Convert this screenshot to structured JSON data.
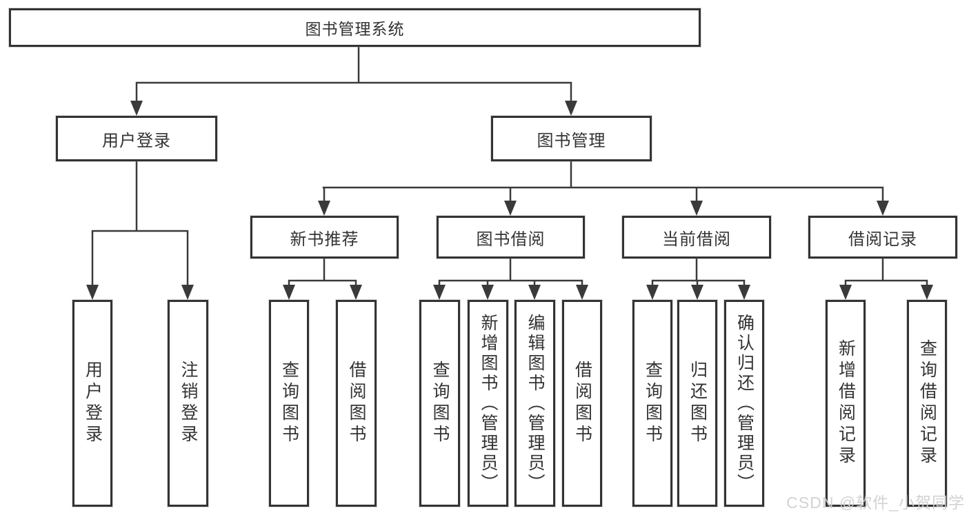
{
  "diagram": {
    "root": {
      "label": "图书管理系统"
    },
    "branches": [
      {
        "label": "用户登录",
        "children": [
          {
            "label": "用户登录"
          },
          {
            "label": "注销登录"
          }
        ]
      },
      {
        "label": "图书管理",
        "children": [
          {
            "label": "新书推荐",
            "children": [
              {
                "label": "查询图书"
              },
              {
                "label": "借阅图书"
              }
            ]
          },
          {
            "label": "图书借阅",
            "children": [
              {
                "label": "查询图书"
              },
              {
                "label": "新增图书（管理员）"
              },
              {
                "label": "编辑图书（管理员）"
              },
              {
                "label": "借阅图书"
              }
            ]
          },
          {
            "label": "当前借阅",
            "children": [
              {
                "label": "查询图书"
              },
              {
                "label": "归还图书"
              },
              {
                "label": "确认归还（管理员）"
              }
            ]
          },
          {
            "label": "借阅记录",
            "children": [
              {
                "label": "新增借阅记录"
              },
              {
                "label": "查询借阅记录"
              }
            ]
          }
        ]
      }
    ]
  },
  "watermark": {
    "text": "CSDN @软件_小贺同学"
  },
  "colors": {
    "line": "#333333",
    "box_border": "#333333",
    "text": "#333333",
    "watermark": "#cfcfcf",
    "background": "#ffffff"
  }
}
